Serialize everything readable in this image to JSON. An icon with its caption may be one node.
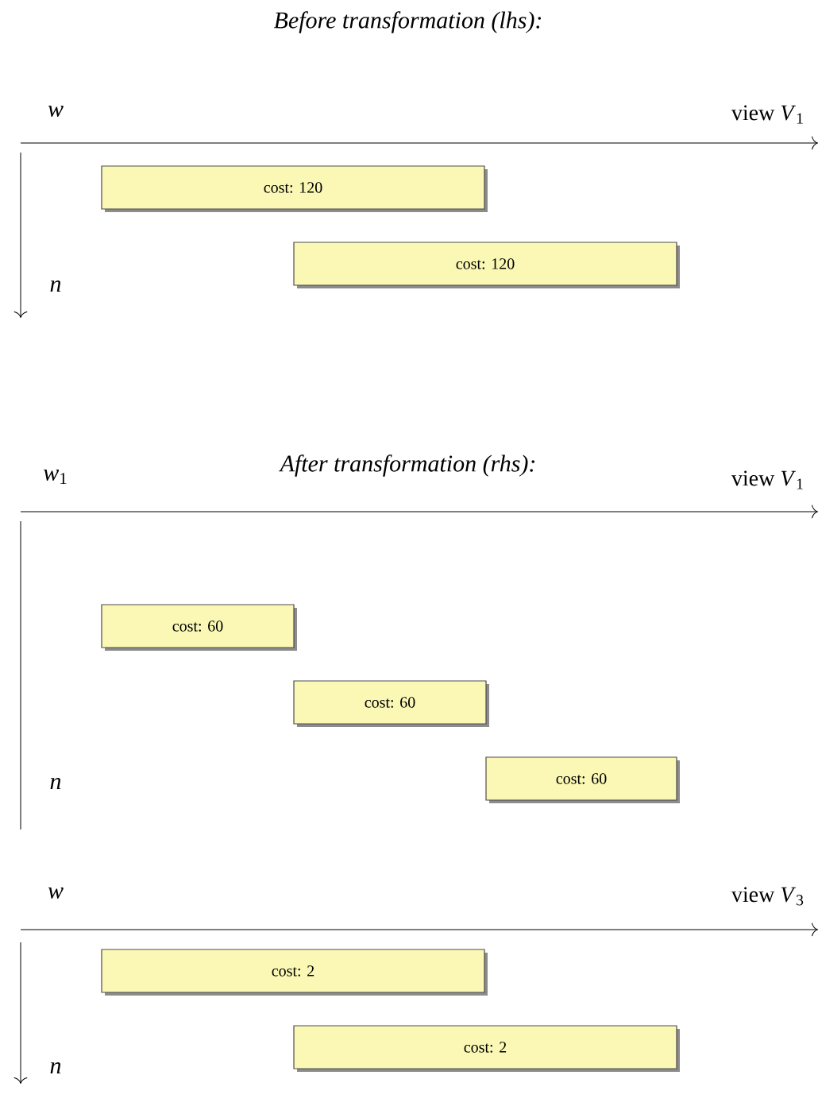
{
  "diagram": {
    "nodes": [
      {
        "text": [
          "cost: 120"
        ]
      },
      {
        "text": [
          "cost: 120"
        ]
      },
      {
        "text": [
          "cost: 60"
        ]
      },
      {
        "text": [
          "cost: 60"
        ]
      },
      {
        "text": [
          "cost: 60"
        ]
      },
      {
        "text": [
          "cost: 2"
        ]
      },
      {
        "text": [
          "cost: 2"
        ]
      }
    ],
    "edges": [],
    "labels": [
      "Before transformation (lhs):",
      "*w*",
      "view *V*$_{1}$",
      "*n*",
      "After transformation (rhs):",
      "*w*$_{1}$",
      "view *V*$_{1}$",
      "*n*",
      "*w*",
      "view *V*$_{3}$",
      "*n*"
    ]
  }
}
